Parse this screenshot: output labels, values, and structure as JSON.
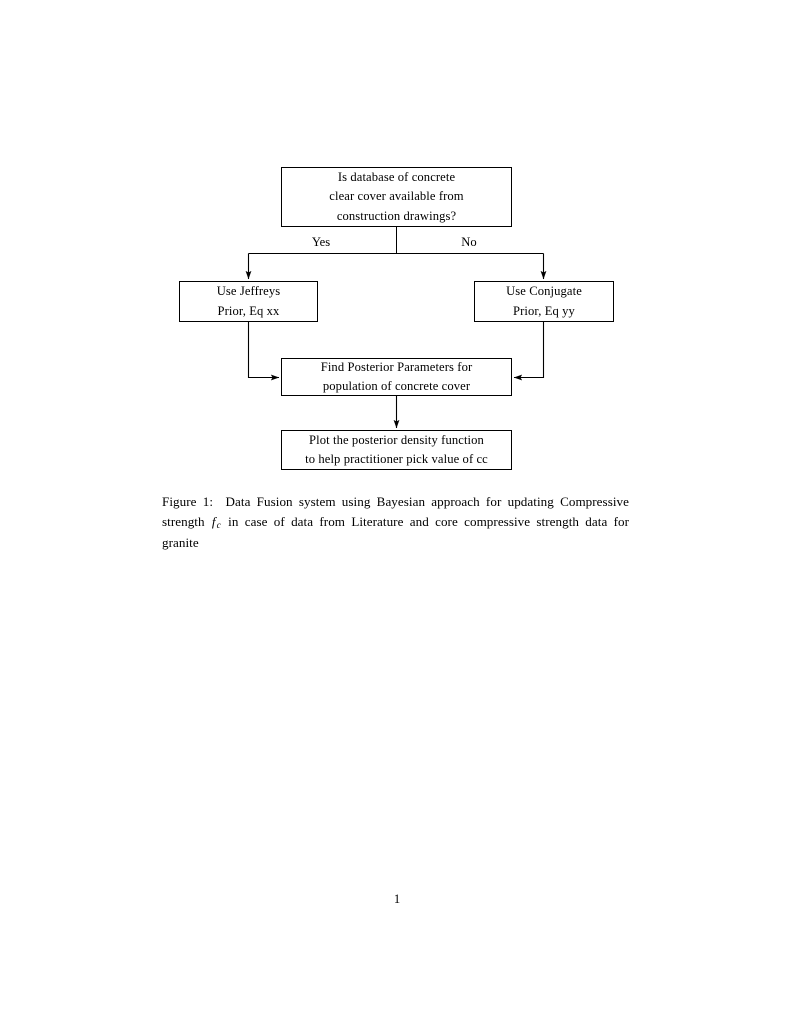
{
  "document": {
    "page_number": "1",
    "background_color": "#ffffff",
    "ink_color": "#000000"
  },
  "figure": {
    "id": "figure-1",
    "nodes": [
      {
        "name": "decision",
        "shape": "rectangle",
        "lines": [
          "Is database of concrete",
          "clear cover available from",
          "construction drawings?"
        ]
      },
      {
        "name": "jeffreys-prior",
        "shape": "rectangle",
        "lines": [
          "Use Jeffreys",
          "Prior, Eq xx"
        ]
      },
      {
        "name": "conjugate-prior",
        "shape": "rectangle",
        "lines": [
          "Use Conjugate",
          "Prior, Eq yy"
        ]
      },
      {
        "name": "find-posterior",
        "shape": "rectangle",
        "lines": [
          "Find Posterior Parameters for",
          "population of concrete cover"
        ]
      },
      {
        "name": "plot-posterior",
        "shape": "rectangle",
        "lines": [
          "Plot the posterior density function",
          "to help practitioner pick value of cc"
        ]
      }
    ],
    "edge_labels": {
      "yes": "Yes",
      "no": "No"
    }
  },
  "caption": {
    "label": "Figure 1:",
    "text_before_math": "Data Fusion system using Bayesian approach for updating Compressive strength",
    "math_variable": "f",
    "math_subscript": "c",
    "text_after_math": "in case of data from Literature and core compressive strength data for granite",
    "full_text": "Figure 1: Data Fusion system using Bayesian approach for updating Compressive strength f_c in case of data from Literature and core compressive strength data for granite"
  }
}
